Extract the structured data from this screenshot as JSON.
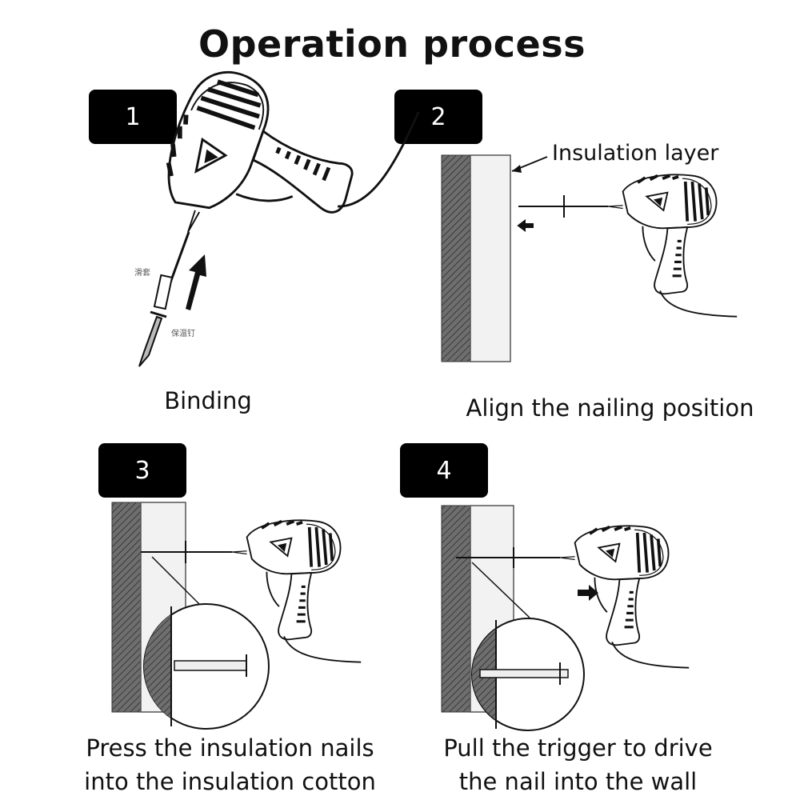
{
  "title": "Operation process",
  "steps": [
    {
      "number": "1",
      "caption": "Binding"
    },
    {
      "number": "2",
      "caption": "Align the nailing position",
      "label": "Insulation layer"
    },
    {
      "number": "3",
      "caption_line1": "Press the insulation nails",
      "caption_line2": "into the insulation cotton"
    },
    {
      "number": "4",
      "caption_line1": "Pull the trigger to drive",
      "caption_line2": "the nail into the wall"
    }
  ],
  "part_labels": {
    "sleeve": "滑套",
    "nail": "保温钉"
  }
}
